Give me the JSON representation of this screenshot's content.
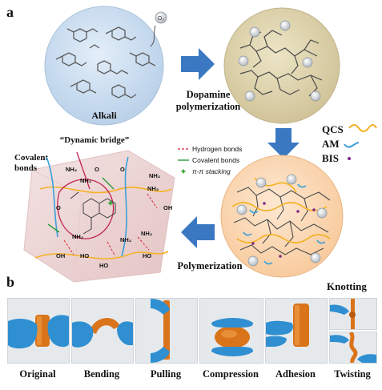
{
  "panel_a": {
    "letter": "a",
    "alkali_label": "Alkali",
    "o2_label": "O₂",
    "step1_label": [
      "Dopamine",
      "polymerization"
    ],
    "step2_label": "Polymerization",
    "legend_components": [
      {
        "name": "QCS",
        "color": "#f4b223"
      },
      {
        "name": "AM",
        "color": "#3aa0d9"
      },
      {
        "name": "BIS",
        "color": "#7b2c86"
      }
    ],
    "bond_legend": [
      {
        "name": "Hydrogen bonds",
        "color": "#d9283a"
      },
      {
        "name": "Covalent bonds",
        "color": "#2a9d3a"
      },
      {
        "name": "π-π stacking",
        "color": "#3aa63a"
      }
    ],
    "dynamic_bridge_label": "“Dynamic bridge”",
    "covalent_bonds_label": [
      "Covalent",
      "bonds"
    ],
    "chem_labels": [
      "NH₂",
      "OH",
      "HO",
      "O"
    ]
  },
  "panel_b": {
    "letter": "b",
    "knotting_label": "Knotting",
    "photos": [
      {
        "caption": "Original"
      },
      {
        "caption": "Bending"
      },
      {
        "caption": "Pulling"
      },
      {
        "caption": "Compression"
      },
      {
        "caption": "Adhesion"
      },
      {
        "caption": "Twisting"
      }
    ]
  },
  "colors": {
    "circle_blue": "#c9dcef",
    "circle_tan": "#ddd3ad",
    "circle_orange": "#fbd9b5",
    "arrow_blue": "#3a78c2",
    "hydrogel_pink": "#eed5d5",
    "gel_orange": "#d9741a",
    "glove_blue": "#2f8fd1"
  }
}
